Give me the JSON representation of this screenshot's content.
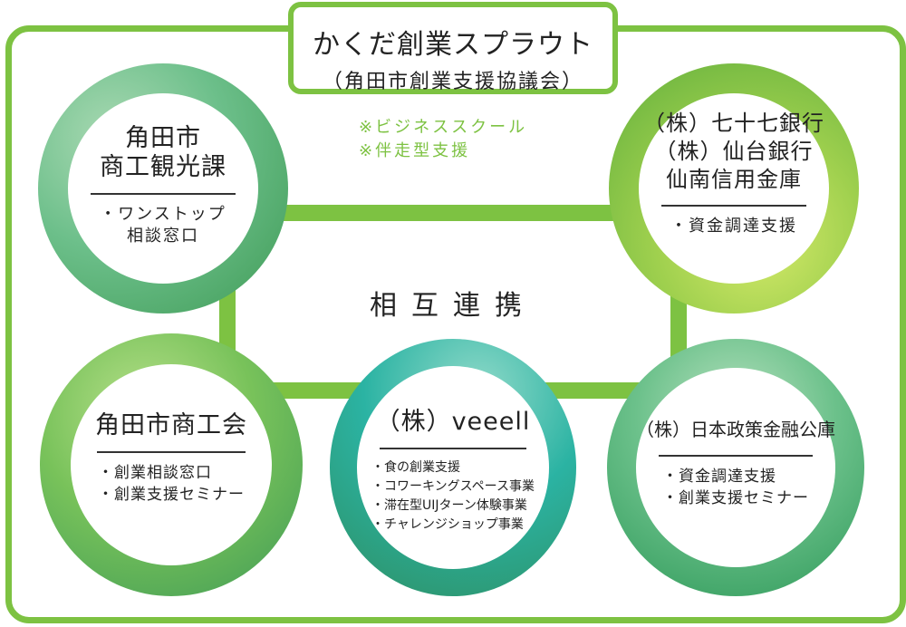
{
  "title": {
    "main": "かくだ創業スプラウト",
    "sub": "（角田市創業支援協議会）"
  },
  "services": [
    "※ビジネススクール",
    "※伴走型支援"
  ],
  "center_label": "相互連携",
  "colors": {
    "accent": "#7dc242",
    "photo_green_light": "#b6dd7a",
    "photo_green_dark": "#3f9b56",
    "photo_teal": "#2bb3a3"
  },
  "nodes": {
    "city_tourism": {
      "name": [
        "角田市",
        "商工観光課"
      ],
      "items": [
        "ワンストップ",
        "相談窓口"
      ]
    },
    "banks": {
      "name": [
        "（株）七十七銀行",
        "（株）仙台銀行",
        "仙南信用金庫"
      ],
      "items": [
        "資金調達支援"
      ]
    },
    "chamber": {
      "name": [
        "角田市商工会"
      ],
      "items": [
        "創業相談窓口",
        "創業支援セミナー"
      ]
    },
    "veeell": {
      "name": [
        "（株）veeell"
      ],
      "items": [
        "食の創業支援",
        "コワーキングスペース事業",
        "滞在型UIJターン体験事業",
        "チャレンジショップ事業"
      ]
    },
    "jfc": {
      "name": [
        "（株）日本政策金融公庫"
      ],
      "items": [
        "資金調達支援",
        "創業支援セミナー"
      ]
    }
  }
}
